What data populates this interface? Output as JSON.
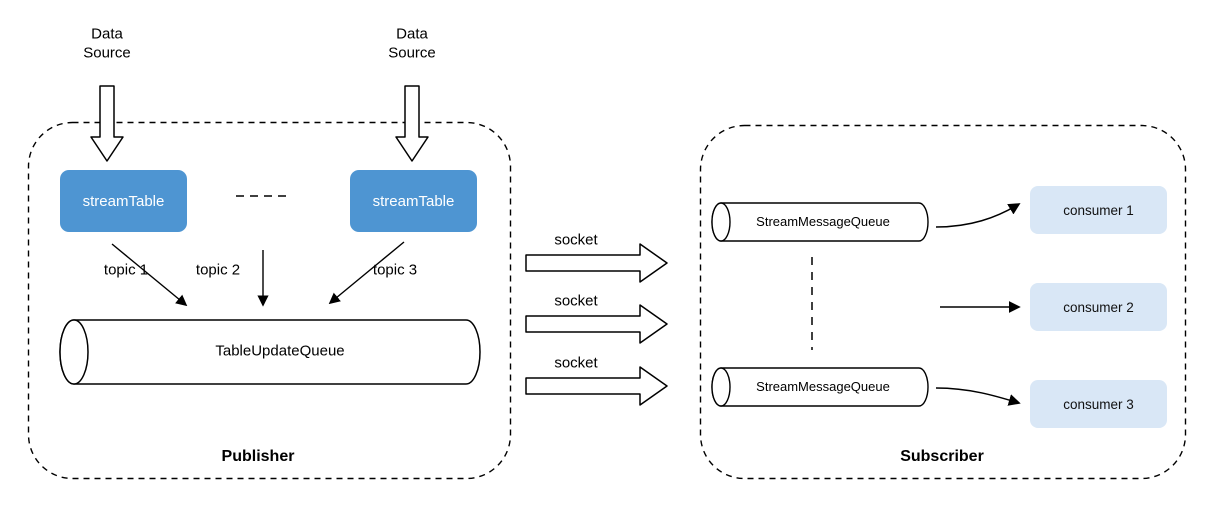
{
  "diagram": {
    "publisher": {
      "label": "Publisher",
      "data_sources": [
        "Data Source",
        "Data Source"
      ],
      "stream_tables": [
        "streamTable",
        "streamTable"
      ],
      "topics": [
        "topic 1",
        "topic 2",
        "topic 3"
      ],
      "queue": "TableUpdateQueue"
    },
    "sockets": [
      "socket",
      "socket",
      "socket"
    ],
    "subscriber": {
      "label": "Subscriber",
      "queues": [
        "StreamMessageQueue",
        "StreamMessageQueue"
      ],
      "consumers": [
        "consumer 1",
        "consumer 2",
        "consumer 3"
      ]
    },
    "colors": {
      "stream_table_fill": "#4e95d2",
      "stream_table_text": "#ffffff",
      "consumer_fill": "#d9e7f6",
      "line": "#000000"
    }
  }
}
